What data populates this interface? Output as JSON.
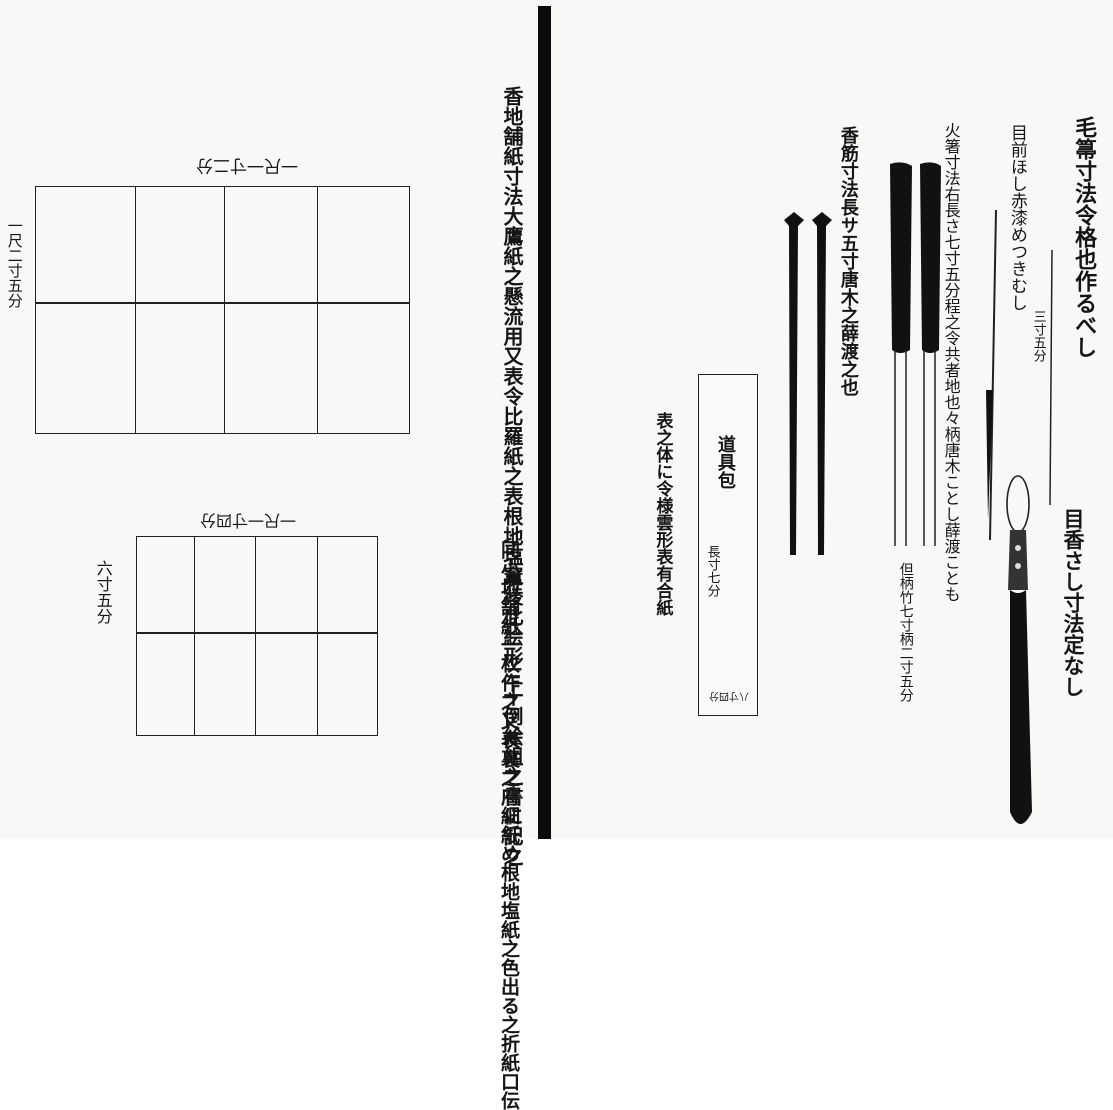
{
  "right_page": {
    "title_fude": "毛箒寸法令格也作るべし",
    "note_sticks": "目前ほし赤漆めつきむし",
    "dim_short": "三寸五分",
    "note_hibashi": "火箸寸法右長さ七寸五分程之令共者地也々柄唐木ことし薛渡ことも",
    "note_kobashi": "香筋寸法長サ五寸唐木之薛渡之也",
    "note_handle": "但柄竹七寸柄二寸五分",
    "note_hane": "目香さし寸法定なし",
    "tab_label": "道具包",
    "tab_sub": "長寸七分",
    "tab_bottom": "八寸四分",
    "note_wrap": "表之体に令様雲形表有合紙"
  },
  "left_page": {
    "main_text": "香地舗紙寸法大鷹紙之懸流用又表令比羅紙之表根地塩竃綾此絵形三十倒絵組之書に記之",
    "top_width_label": "一尺一寸二分",
    "top_height_label": "一尺二寸五分",
    "small_text": "同小地舗紙一枚作之又表裏之府細紙め根地塩紙之色出る之折紙口伝",
    "small_width_label": "一尺一寸四分",
    "small_height_label": "六寸五分"
  }
}
